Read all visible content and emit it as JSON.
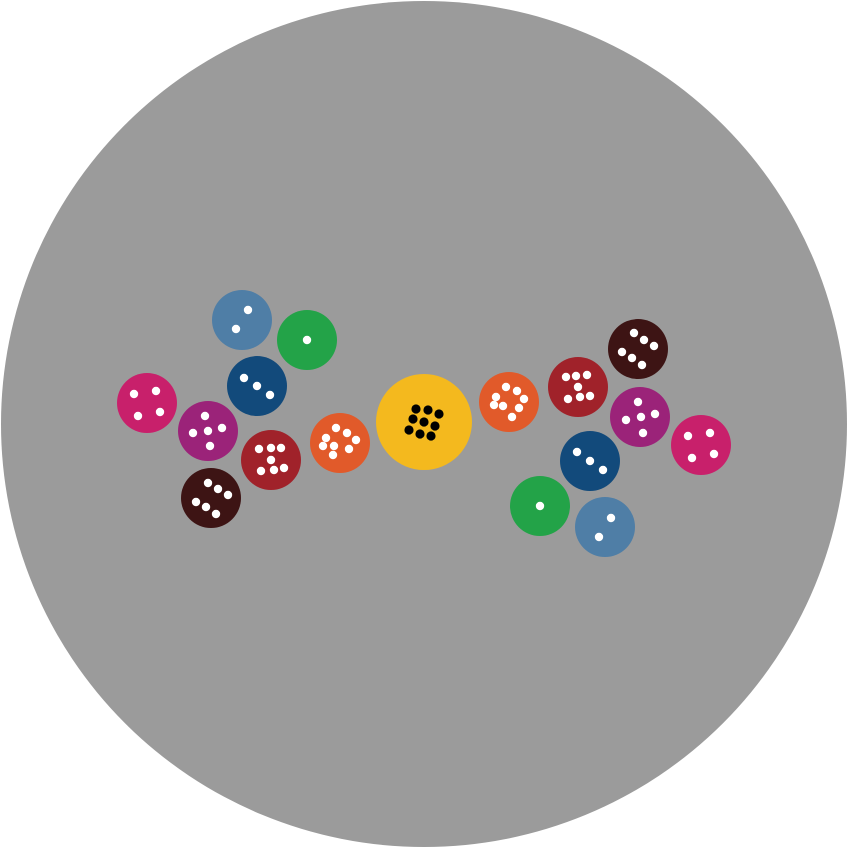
{
  "background_color": "#9b9b9b",
  "balls": [
    {
      "name": "yellow-ball-center",
      "color": "#f4b91e",
      "dots": 9,
      "dot_color": "#000000"
    },
    {
      "name": "orange-ball-left",
      "color": "#e15a2a",
      "dots": 8,
      "dot_color": "#ffffff"
    },
    {
      "name": "red-ball-left",
      "color": "#a0222a",
      "dots": 7,
      "dot_color": "#ffffff"
    },
    {
      "name": "dark-brown-ball-left",
      "color": "#3d1414",
      "dots": 6,
      "dot_color": "#ffffff"
    },
    {
      "name": "purple-ball-left",
      "color": "#9b2379",
      "dots": 5,
      "dot_color": "#ffffff"
    },
    {
      "name": "magenta-ball-left",
      "color": "#c8206b",
      "dots": 4,
      "dot_color": "#ffffff"
    },
    {
      "name": "navy-ball-left",
      "color": "#124a7b",
      "dots": 3,
      "dot_color": "#ffffff"
    },
    {
      "name": "steel-blue-ball-left",
      "color": "#4f7ea6",
      "dots": 2,
      "dot_color": "#ffffff"
    },
    {
      "name": "green-ball-left",
      "color": "#23a348",
      "dots": 1,
      "dot_color": "#ffffff"
    },
    {
      "name": "orange-ball-right",
      "color": "#e15a2a",
      "dots": 8,
      "dot_color": "#ffffff"
    },
    {
      "name": "red-ball-right",
      "color": "#a0222a",
      "dots": 7,
      "dot_color": "#ffffff"
    },
    {
      "name": "dark-brown-ball-right",
      "color": "#3d1414",
      "dots": 6,
      "dot_color": "#ffffff"
    },
    {
      "name": "purple-ball-right",
      "color": "#9b2379",
      "dots": 5,
      "dot_color": "#ffffff"
    },
    {
      "name": "magenta-ball-right",
      "color": "#c8206b",
      "dots": 4,
      "dot_color": "#ffffff"
    },
    {
      "name": "navy-ball-right",
      "color": "#124a7b",
      "dots": 3,
      "dot_color": "#ffffff"
    },
    {
      "name": "steel-blue-ball-right",
      "color": "#4f7ea6",
      "dots": 2,
      "dot_color": "#ffffff"
    },
    {
      "name": "green-ball-right",
      "color": "#23a348",
      "dots": 1,
      "dot_color": "#ffffff"
    }
  ]
}
